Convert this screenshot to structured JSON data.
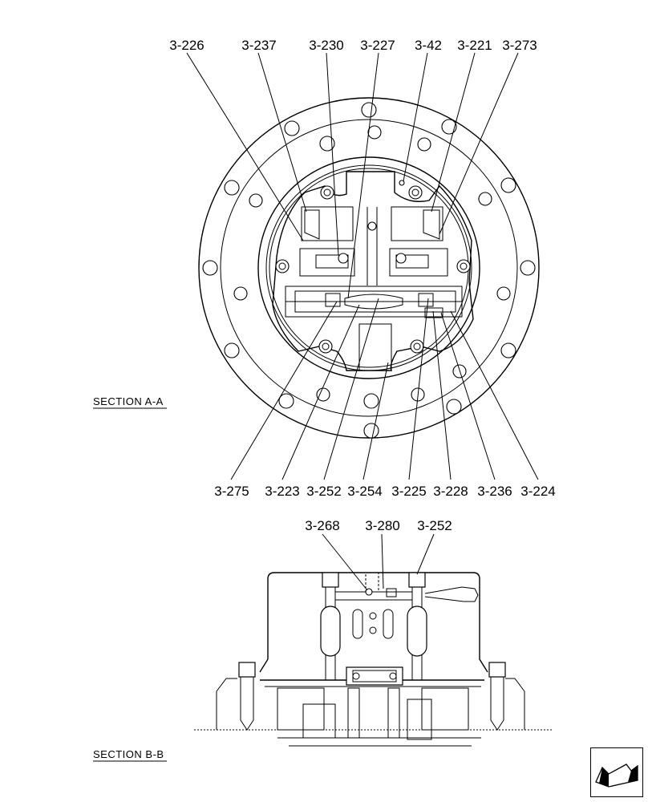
{
  "section_a": {
    "title": "SECTION  A-A",
    "top_labels": [
      "3-226",
      "3-237",
      "3-230",
      "3-227",
      "3-42",
      "3-221",
      "3-273"
    ],
    "bottom_labels": [
      "3-275",
      "3-223",
      "3-252",
      "3-254",
      "3-225",
      "3-228",
      "3-236",
      "3-224"
    ]
  },
  "section_b": {
    "title": "SECTION  B-B",
    "top_labels": [
      "3-268",
      "3-280",
      "3-252"
    ]
  },
  "navigation": {
    "icon": "next-page-arrow-icon"
  }
}
